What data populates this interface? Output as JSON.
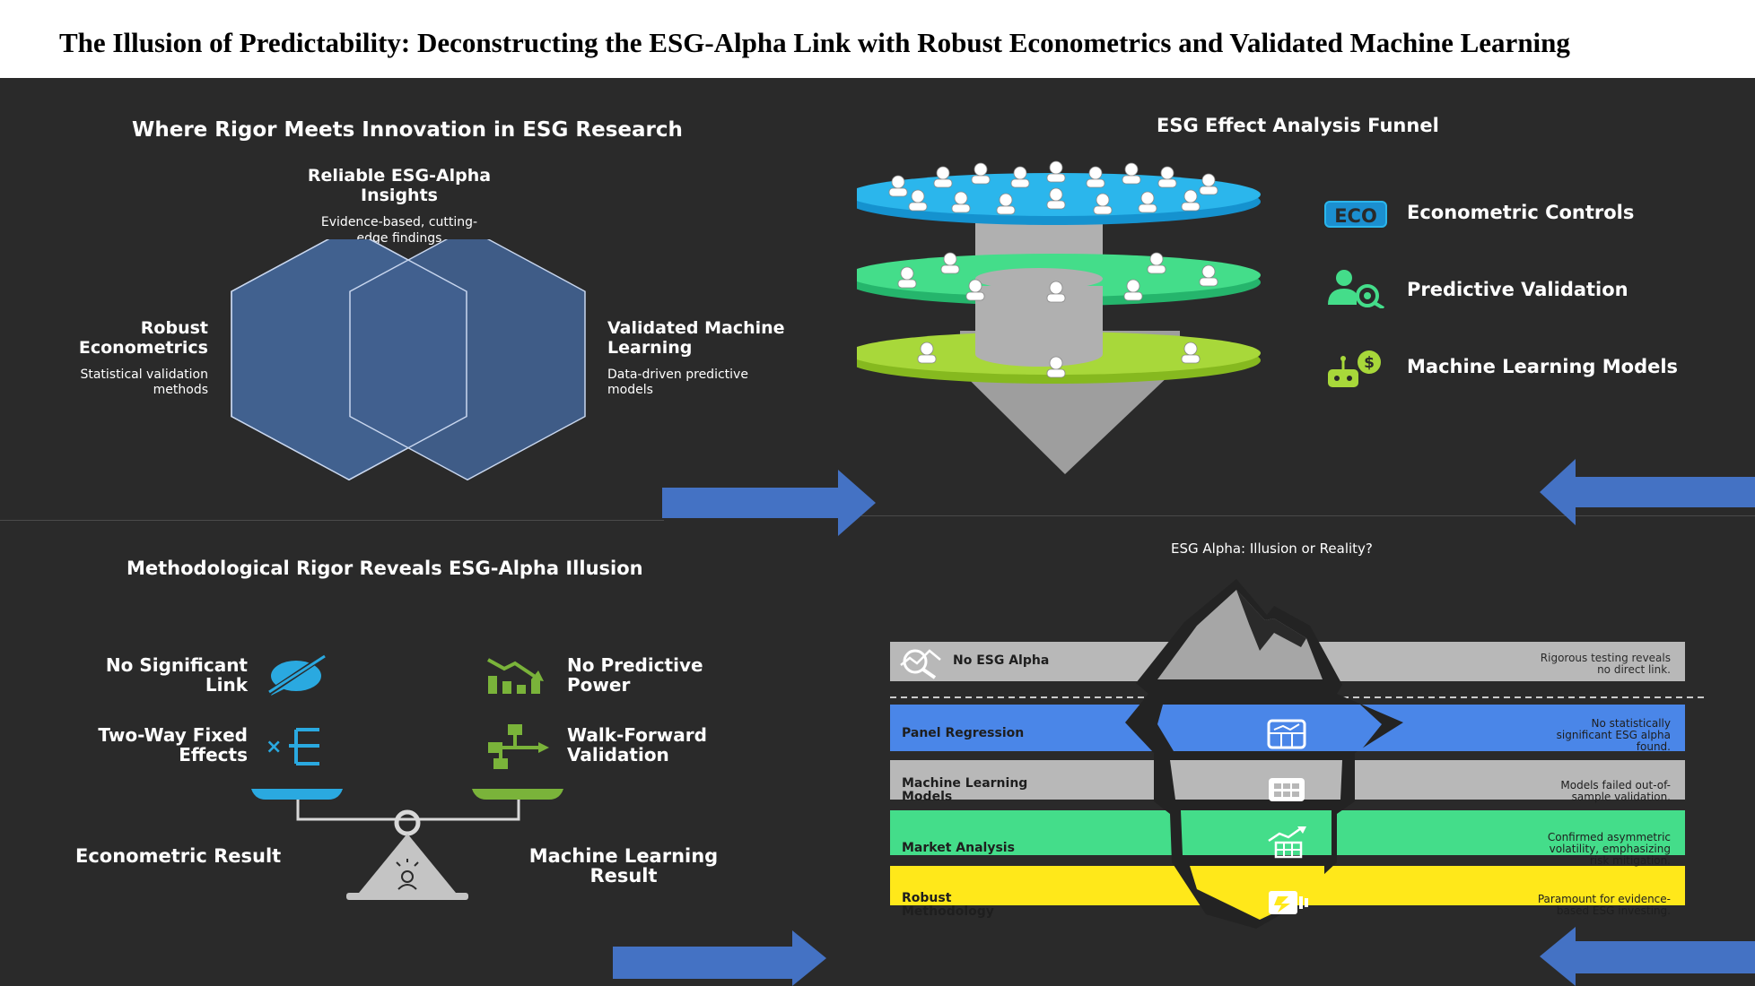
{
  "title": "The Illusion of Predictability: Deconstructing the ESG-Alpha Link with Robust Econometrics and Validated Machine Learning",
  "venn": {
    "heading": "Where Rigor Meets Innovation in ESG Research",
    "top_title_line1": "Reliable ESG-Alpha",
    "top_title_line2": "Insights",
    "top_desc_line1": "Evidence-based, cutting-",
    "top_desc_line2": "edge findings",
    "left_title_line1": "Robust",
    "left_title_line2": "Econometrics",
    "left_desc_line1": "Statistical validation",
    "left_desc_line2": "methods",
    "right_title_line1": "Validated Machine",
    "right_title_line2": "Learning",
    "right_desc_line1": "Data-driven predictive",
    "right_desc_line2": "models"
  },
  "funnel": {
    "heading": "ESG Effect Analysis Funnel",
    "legend": [
      {
        "label": "Econometric Controls",
        "icon": "eco-badge-icon",
        "badge": "ECO",
        "color": "#2bb6ec"
      },
      {
        "label": "Predictive Validation",
        "icon": "user-search-icon",
        "color": "#44dd8a"
      },
      {
        "label": "Machine Learning Models",
        "icon": "robot-money-icon",
        "color": "#a8d83a"
      }
    ]
  },
  "scale": {
    "heading": "Methodological Rigor Reveals ESG-Alpha Illusion",
    "left_items": [
      {
        "line1": "No Significant",
        "line2": "Link",
        "icon": "no-link-icon"
      },
      {
        "line1": "Two-Way Fixed",
        "line2": "Effects",
        "icon": "fixed-effects-icon"
      }
    ],
    "right_items": [
      {
        "line1": "No Predictive",
        "line2": "Power",
        "icon": "declining-bars-icon"
      },
      {
        "line1": "Walk-Forward",
        "line2": "Validation",
        "icon": "flow-icon"
      }
    ],
    "left_result": "Econometric Result",
    "right_result_line1": "Machine Learning",
    "right_result_line2": "Result",
    "colors": {
      "left": "#2aa9e0",
      "right": "#7ab33a"
    }
  },
  "iceberg": {
    "heading": "ESG Alpha: Illusion or Reality?",
    "rows": [
      {
        "label": "No ESG Alpha",
        "desc_line1": "Rigorous testing reveals",
        "desc_line2": "no direct link.",
        "color": "#b8b8b8",
        "icon": "magnifier-chart-icon"
      },
      {
        "label": "Panel Regression",
        "label_line2": "",
        "desc_line1": "No statistically",
        "desc_line2": "significant ESG alpha",
        "desc_line3": "found.",
        "color": "#4a86e8",
        "icon": "panel-chart-icon"
      },
      {
        "label": "Machine Learning",
        "label_line2": "Models",
        "desc_line1": "Models failed out-of-",
        "desc_line2": "sample validation.",
        "color": "#b8b8b8",
        "icon": "grid-icon"
      },
      {
        "label": "Market Analysis",
        "label_line2": "",
        "desc_line1": "Confirmed asymmetric",
        "desc_line2": "volatility, emphasizing",
        "desc_line3": "risk mitigation.",
        "color": "#44dd8a",
        "icon": "trend-chart-icon"
      },
      {
        "label": "Robust",
        "label_line2": "Methodology",
        "desc_line1": "Paramount for evidence-",
        "desc_line2": "based ESG investing.",
        "color": "#ffe81a",
        "icon": "document-icon"
      }
    ]
  }
}
